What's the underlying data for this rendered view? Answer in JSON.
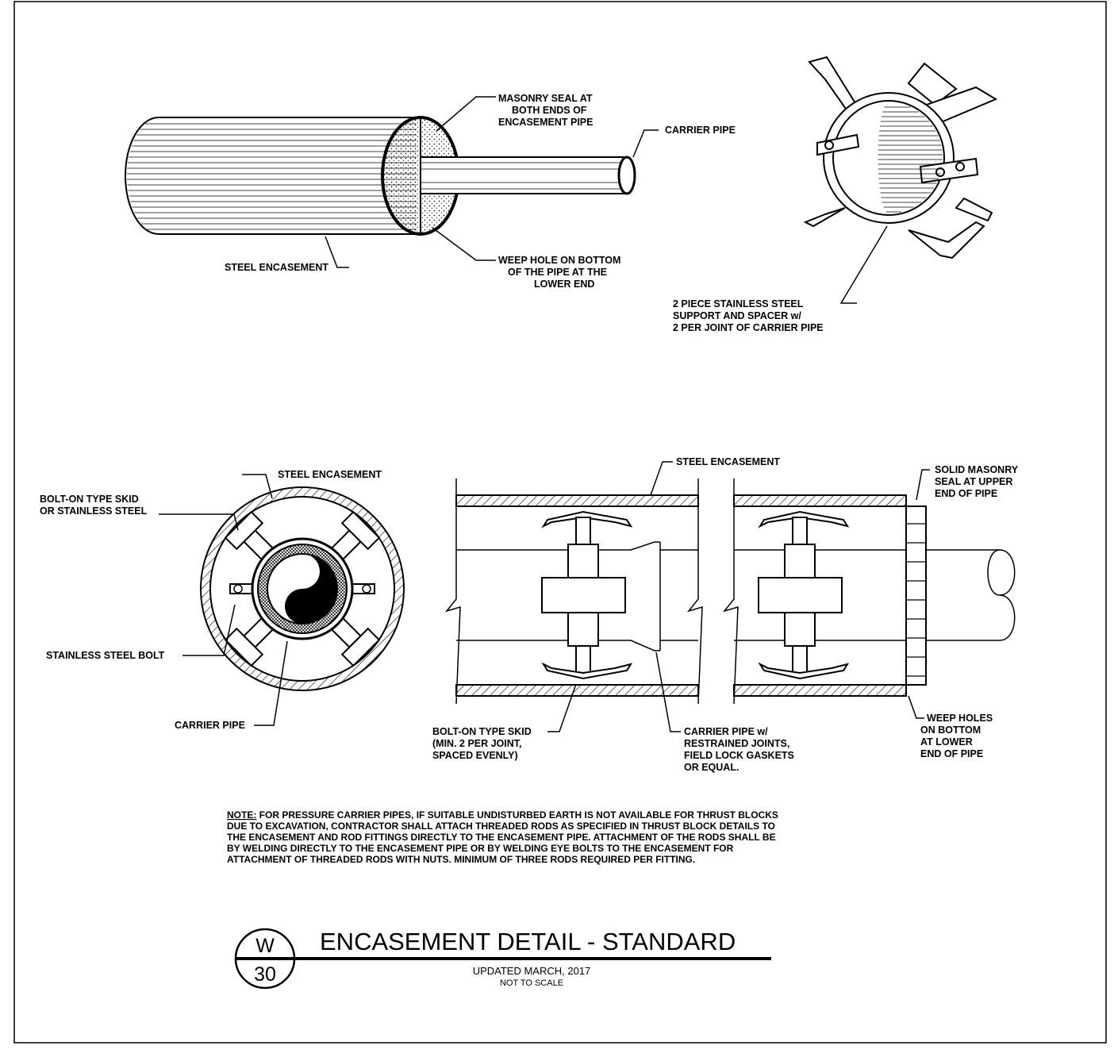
{
  "labels": {
    "masonry_seal": [
      "MASONRY SEAL AT",
      "BOTH ENDS OF",
      "ENCASEMENT PIPE"
    ],
    "carrier_pipe_top": "CARRIER PIPE",
    "steel_encasement_top": "STEEL ENCASEMENT",
    "weep_hole": [
      "WEEP HOLE ON BOTTOM",
      "OF THE PIPE AT THE",
      "LOWER END"
    ],
    "support_spacer": [
      "2 PIECE STAINLESS STEEL",
      "SUPPORT AND SPACER w/",
      "2 PER JOINT OF CARRIER PIPE"
    ],
    "steel_encasement_section": "STEEL ENCASEMENT",
    "bolt_on_skid_section": [
      "BOLT-ON TYPE SKID",
      "OR STAINLESS STEEL"
    ],
    "stainless_bolt": "STAINLESS STEEL BOLT",
    "carrier_pipe_section": "CARRIER PIPE",
    "steel_encasement_long": "STEEL ENCASEMENT",
    "solid_masonry": [
      "SOLID MASONRY",
      "SEAL AT UPPER",
      "END OF PIPE"
    ],
    "bolt_on_skid_long": [
      "BOLT-ON TYPE SKID",
      "(MIN. 2 PER JOINT,",
      "SPACED EVENLY)"
    ],
    "carrier_pipe_long": [
      "CARRIER PIPE w/",
      "RESTRAINED JOINTS,",
      "FIELD LOCK GASKETS",
      "OR EQUAL."
    ],
    "weep_holes_long": [
      "WEEP HOLES",
      "ON BOTTOM",
      "AT LOWER",
      "END OF PIPE"
    ]
  },
  "note": {
    "prefix": "NOTE:",
    "lines": [
      " FOR PRESSURE CARRIER PIPES, IF SUITABLE UNDISTURBED EARTH IS NOT AVAILABLE FOR THRUST BLOCKS",
      "DUE TO EXCAVATION, CONTRACTOR SHALL ATTACH THREADED RODS AS SPECIFIED IN THRUST BLOCK DETAILS TO",
      "THE ENCASEMENT AND ROD FITTINGS DIRECTLY TO THE ENCASEMENT PIPE. ATTACHMENT OF THE RODS SHALL BE",
      "BY WELDING DIRECTLY TO THE ENCASEMENT PIPE OR BY WELDING EYE BOLTS TO THE ENCASEMENT FOR",
      "ATTACHMENT OF THREADED RODS WITH NUTS. MINIMUM OF THREE RODS REQUIRED PER FITTING."
    ]
  },
  "title_block": {
    "bubble_top": "W",
    "bubble_bottom": "30",
    "title": "ENCASEMENT DETAIL - STANDARD",
    "updated": "UPDATED MARCH, 2017",
    "scale": "NOT TO SCALE"
  }
}
